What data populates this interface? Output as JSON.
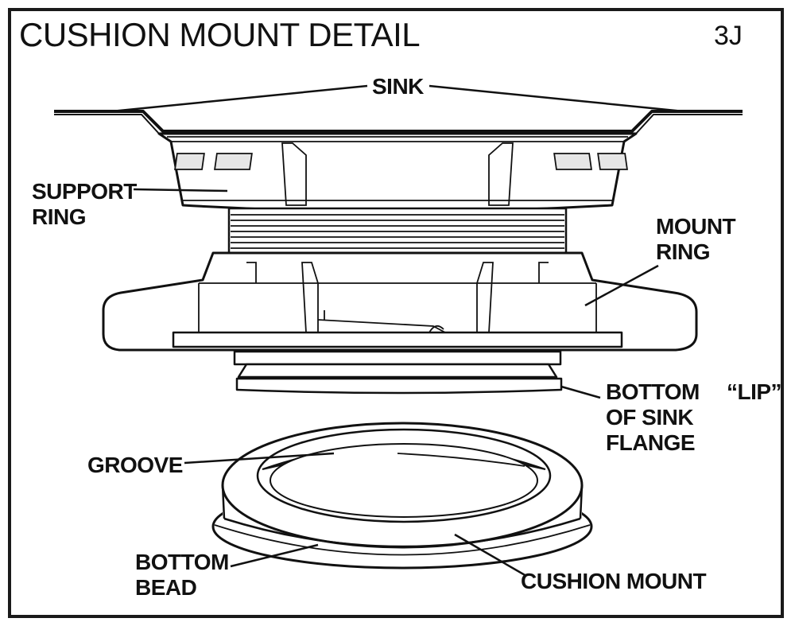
{
  "title": "CUSHION MOUNT DETAIL",
  "figure_number": "3J",
  "labels": {
    "sink": "SINK",
    "support_ring_1": "SUPPORT",
    "support_ring_2": "RING",
    "mount_ring_1": "MOUNT",
    "mount_ring_2": "RING",
    "bottom_flange_1": "BOTTOM",
    "bottom_flange_2": "OF SINK",
    "bottom_flange_3": "FLANGE",
    "lip": "“LIP”",
    "groove": "GROOVE",
    "bottom_bead_1": "BOTTOM",
    "bottom_bead_2": "BEAD",
    "cushion_mount": "CUSHION MOUNT"
  }
}
